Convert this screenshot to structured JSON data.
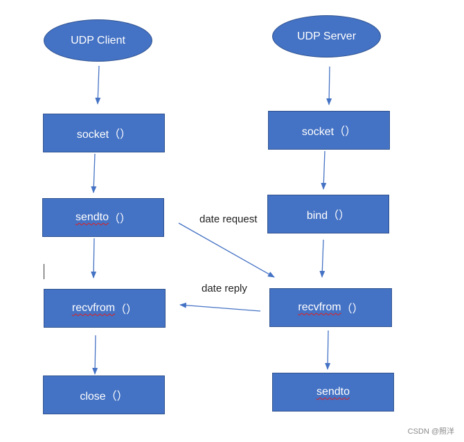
{
  "client": {
    "start": "UDP Client",
    "socket": "socket（）",
    "sendto_word": "sendto",
    "sendto_parens": "（）",
    "recvfrom_word": "recvfrom",
    "recvfrom_parens": "（）",
    "close": "close（）"
  },
  "server": {
    "start": "UDP Server",
    "socket": "socket（）",
    "bind": "bind（）",
    "recvfrom_word": "recvfrom",
    "recvfrom_parens": "（）",
    "sendto_word": "sendto"
  },
  "messages": {
    "request": "date request",
    "reply": "date reply"
  },
  "watermark": "CSDN @照洋",
  "colors": {
    "node_fill": "#4472c4",
    "node_border": "#2f528f",
    "arrow": "#4472c4"
  }
}
